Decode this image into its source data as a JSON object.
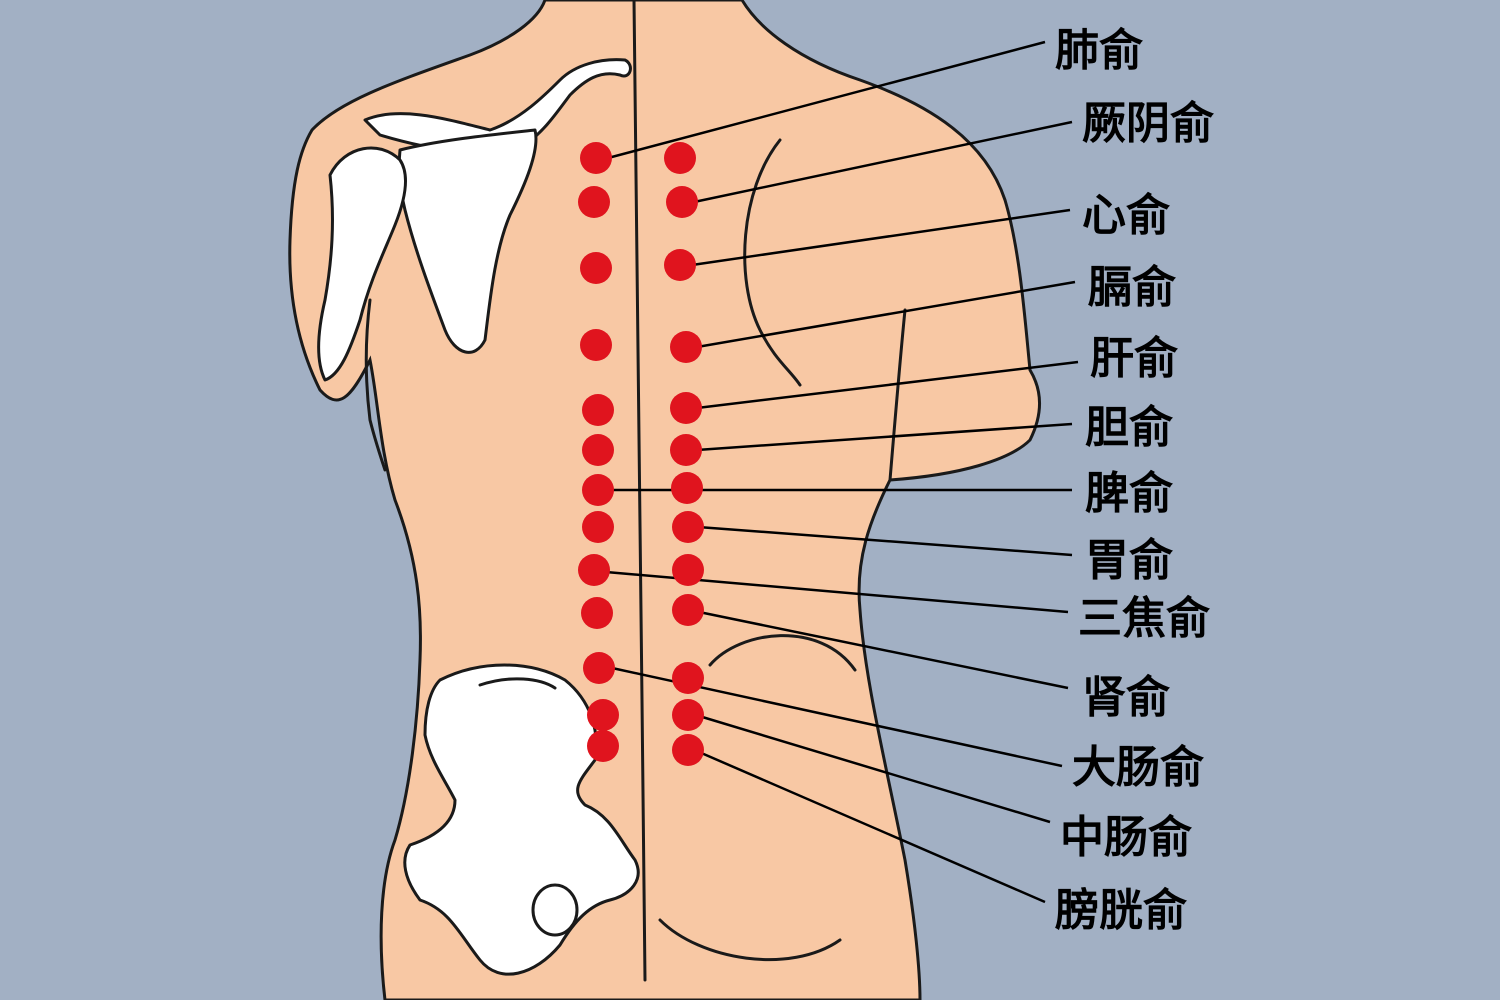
{
  "colors": {
    "background": "#a2b0c4",
    "skin": "#f8c8a4",
    "acupoint": "#e0141e",
    "bone": "#ffffff",
    "line": "#000000"
  },
  "labels": [
    {
      "text": "肺俞"
    },
    {
      "text": "厥阴俞"
    },
    {
      "text": "心俞"
    },
    {
      "text": "膈俞"
    },
    {
      "text": "肝俞"
    },
    {
      "text": "胆俞"
    },
    {
      "text": "脾俞"
    },
    {
      "text": "胃俞"
    },
    {
      "text": "三焦俞"
    },
    {
      "text": "肾俞"
    },
    {
      "text": "大肠俞"
    },
    {
      "text": "中肠俞"
    },
    {
      "text": "膀胱俞"
    }
  ]
}
